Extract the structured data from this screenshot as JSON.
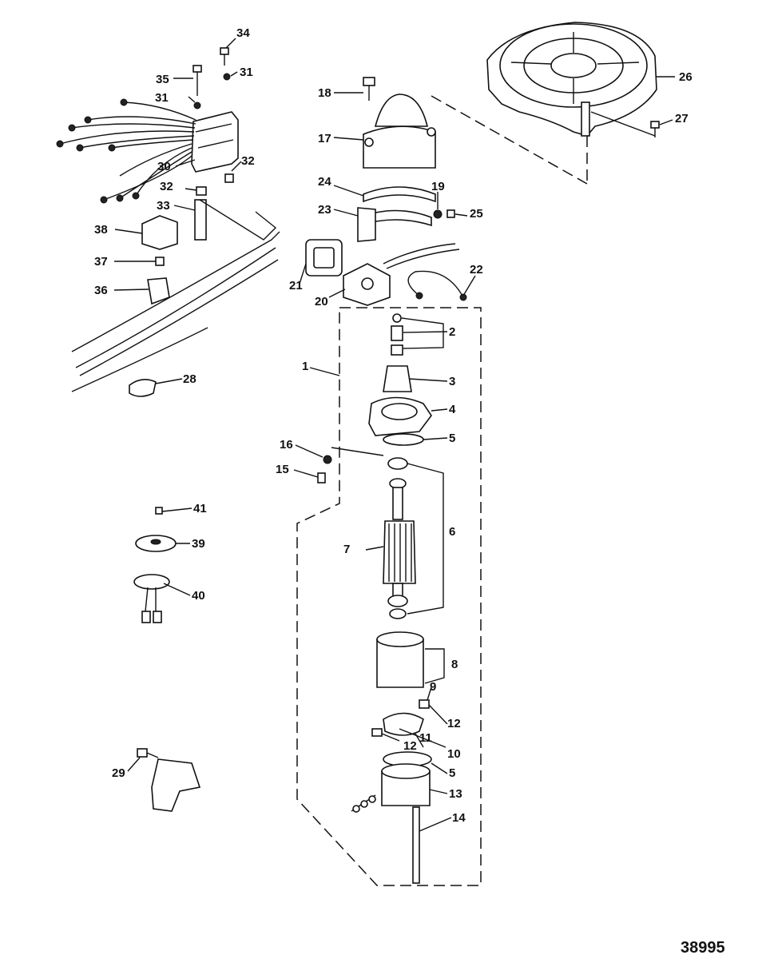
{
  "figure_number": "38995",
  "callouts": [
    {
      "id": "c1",
      "text": "1"
    },
    {
      "id": "c2",
      "text": "2"
    },
    {
      "id": "c3",
      "text": "3"
    },
    {
      "id": "c4",
      "text": "4"
    },
    {
      "id": "c5a",
      "text": "5"
    },
    {
      "id": "c5b",
      "text": "5"
    },
    {
      "id": "c6",
      "text": "6"
    },
    {
      "id": "c7",
      "text": "7"
    },
    {
      "id": "c8",
      "text": "8"
    },
    {
      "id": "c9",
      "text": "9"
    },
    {
      "id": "c10",
      "text": "10"
    },
    {
      "id": "c11",
      "text": "11"
    },
    {
      "id": "c12a",
      "text": "12"
    },
    {
      "id": "c12b",
      "text": "12"
    },
    {
      "id": "c13",
      "text": "13"
    },
    {
      "id": "c14",
      "text": "14"
    },
    {
      "id": "c15",
      "text": "15"
    },
    {
      "id": "c16",
      "text": "16"
    },
    {
      "id": "c17",
      "text": "17"
    },
    {
      "id": "c18",
      "text": "18"
    },
    {
      "id": "c19",
      "text": "19"
    },
    {
      "id": "c20",
      "text": "20"
    },
    {
      "id": "c21",
      "text": "21"
    },
    {
      "id": "c22",
      "text": "22"
    },
    {
      "id": "c23",
      "text": "23"
    },
    {
      "id": "c24",
      "text": "24"
    },
    {
      "id": "c25",
      "text": "25"
    },
    {
      "id": "c26",
      "text": "26"
    },
    {
      "id": "c27",
      "text": "27"
    },
    {
      "id": "c28",
      "text": "28"
    },
    {
      "id": "c29",
      "text": "29"
    },
    {
      "id": "c30",
      "text": "30"
    },
    {
      "id": "c31a",
      "text": "31"
    },
    {
      "id": "c31b",
      "text": "31"
    },
    {
      "id": "c32a",
      "text": "32"
    },
    {
      "id": "c32b",
      "text": "32"
    },
    {
      "id": "c33",
      "text": "33"
    },
    {
      "id": "c34",
      "text": "34"
    },
    {
      "id": "c35",
      "text": "35"
    },
    {
      "id": "c36",
      "text": "36"
    },
    {
      "id": "c37",
      "text": "37"
    },
    {
      "id": "c38",
      "text": "38"
    },
    {
      "id": "c39",
      "text": "39"
    },
    {
      "id": "c40",
      "text": "40"
    },
    {
      "id": "c41",
      "text": "41"
    }
  ]
}
